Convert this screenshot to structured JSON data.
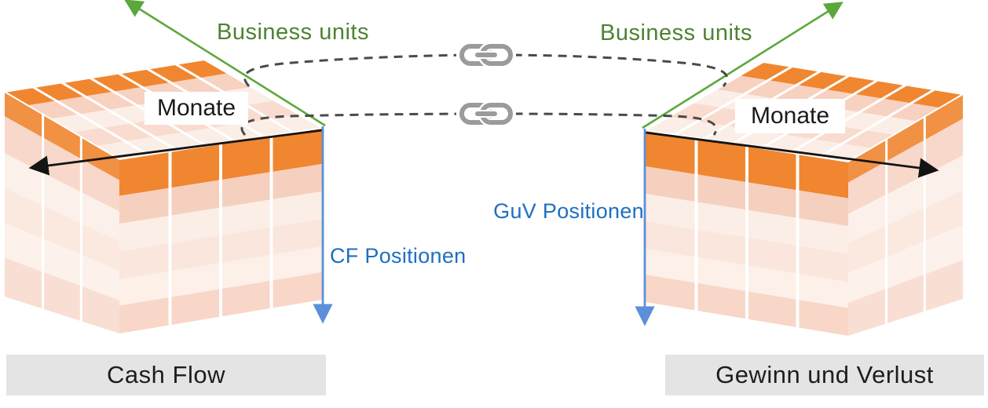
{
  "left_cube": {
    "caption": "Cash Flow",
    "axis_business_units": "Business units",
    "axis_monate": "Monate",
    "axis_positions": "CF Positionen"
  },
  "right_cube": {
    "caption": "Gewinn und Verlust",
    "axis_business_units": "Business units",
    "axis_monate": "Monate",
    "axis_positions": "GuV Positionen"
  },
  "connections": {
    "icon": "chain-link",
    "count": 2
  },
  "colors": {
    "background": "#FFFFFF",
    "axis_green": "#5CA73C",
    "green_text": "#4E8233",
    "axis_blue": "#5B8FD9",
    "blue_text": "#1E6FBF",
    "axis_black": "#141414",
    "dash_gray": "#4A4A4A",
    "chain_gray": "#9B9B9B",
    "cube_orange": "#F0862F",
    "cube_pink": "#F6CDBA",
    "cube_pale": "#FBEDE5",
    "caption_bg": "#E4E4E4",
    "caption_text": "#1D1D1B",
    "label_bg": "#FFFFFF"
  }
}
